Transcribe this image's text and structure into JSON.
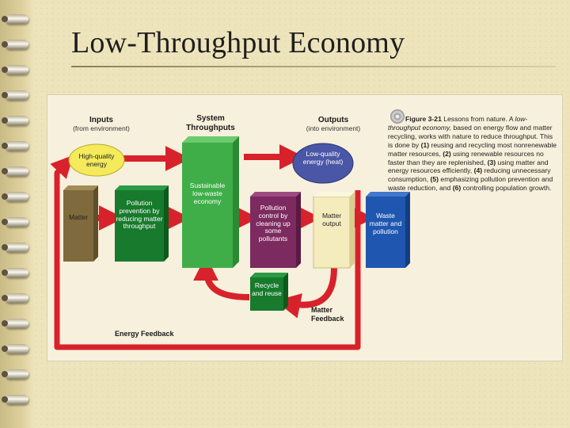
{
  "slide": {
    "title": "Low-Throughput Economy"
  },
  "diagram": {
    "headers": {
      "inputs": "Inputs",
      "inputs_sub": "(from environment)",
      "system": "System",
      "system_sub": "Throughputs",
      "outputs": "Outputs",
      "outputs_sub": "(into environment)"
    },
    "nodes": {
      "high_quality_energy": "High-quality energy",
      "low_quality_energy": "Low-quality energy (heat)",
      "matter": "Matter",
      "pollution_prevention": "Pollution prevention by reducing matter throughput",
      "sustainable_economy": "Sustainable low-waste economy",
      "pollution_control": "Pollution control by cleaning up some pollutants",
      "matter_output": "Matter output",
      "waste_matter": "Waste matter and pollution",
      "recycle": "Recycle and reuse"
    },
    "feedback": {
      "matter": "Matter Feedback",
      "energy": "Energy Feedback"
    },
    "caption": {
      "figure_label": "Figure 3-21",
      "intro": " Lessons from nature. A ",
      "term": "low-throughput economy,",
      "body1": " based on energy flow and matter recycling, works with nature to reduce throughput. This is done by ",
      "n1": "(1)",
      "body2": " reusing and recycling most nonrenewable matter resources, ",
      "n2": "(2)",
      "body3": " using renewable resources no faster than they are replenished, ",
      "n3": "(3)",
      "body4": " using matter and energy resources efficiently, ",
      "n4": "(4)",
      "body5": " reducing unnecessary consumption, ",
      "n5": "(5)",
      "body6": " emphasizing pollution prevention and waste reduction, and ",
      "n6": "(6)",
      "body7": " controlling population growth."
    },
    "colors": {
      "arrow": "#d8222b",
      "matter_box": "#7e6a3c",
      "prevention_box": "#177a2c",
      "sustainable_box": "#3fae48",
      "control_box": "#7c2a5f",
      "output_box": "#f5ecbe",
      "waste_box": "#1f57b0",
      "recycle_box": "#177a2c",
      "hq_energy": "#f4ea5a",
      "lq_energy": "#4a56a6"
    }
  }
}
